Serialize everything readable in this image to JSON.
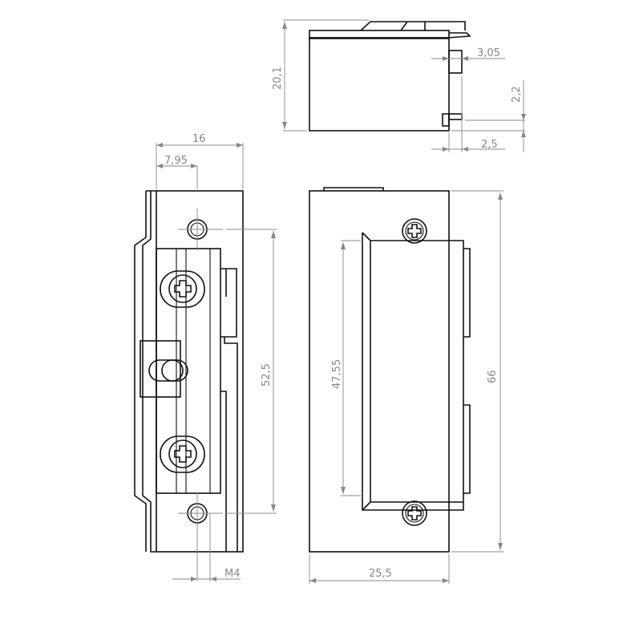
{
  "drawing": {
    "views": [
      "top-view",
      "side-view",
      "front-view"
    ],
    "dimensions": {
      "height_top_view": "20,1",
      "tab_offset": "3,05",
      "pin_height": "2,2",
      "pin_length": "2,5",
      "side_width": "16",
      "hole_offset": "7,95",
      "hole_spacing": "52,5",
      "screw_thread": "M4",
      "strike_height": "47,55",
      "overall_height": "66",
      "overall_width": "25,5"
    },
    "colors": {
      "outline": "#111111",
      "dimension": "#888888"
    }
  }
}
